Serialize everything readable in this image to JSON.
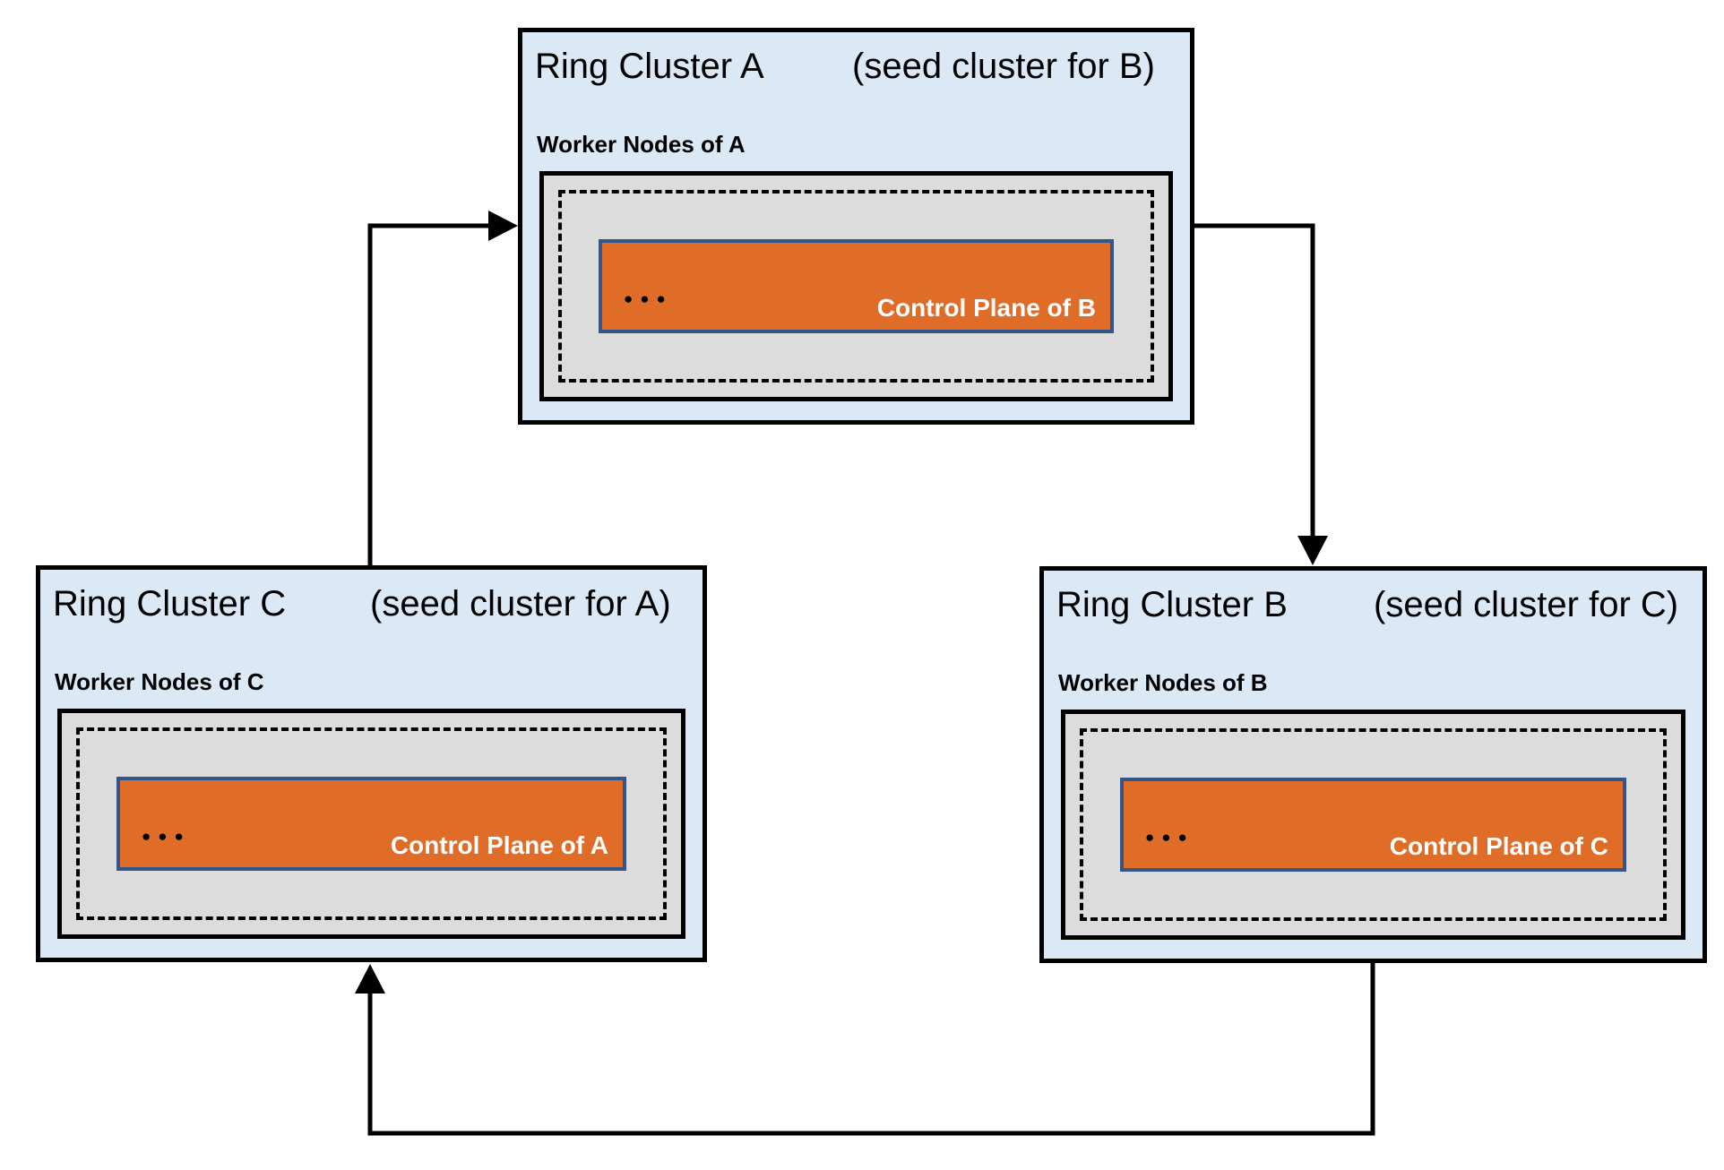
{
  "diagram": {
    "clusters": [
      {
        "id": "A",
        "title": "Ring Cluster A",
        "seed_note": "(seed cluster for B)",
        "worker_label": "Worker Nodes of A",
        "ellipsis": "●●●",
        "control_plane_label": "Control Plane of B"
      },
      {
        "id": "B",
        "title": "Ring Cluster B",
        "seed_note": "(seed cluster for C)",
        "worker_label": "Worker Nodes of B",
        "ellipsis": "●●●",
        "control_plane_label": "Control Plane of C"
      },
      {
        "id": "C",
        "title": "Ring Cluster C",
        "seed_note": "(seed cluster for A)",
        "worker_label": "Worker Nodes of C",
        "ellipsis": "●●●",
        "control_plane_label": "Control Plane of A"
      }
    ],
    "edges": [
      {
        "from": "Ring Cluster C",
        "to": "Ring Cluster A"
      },
      {
        "from": "Ring Cluster A",
        "to": "Ring Cluster B"
      },
      {
        "from": "Ring Cluster B",
        "to": "Ring Cluster C"
      }
    ],
    "colors": {
      "cluster_fill": "#dbe8f5",
      "node_pool_fill": "#dcdcdc",
      "control_plane_fill": "#df6c27",
      "control_plane_border": "#34548c",
      "line": "#000000",
      "text": "#000000",
      "control_plane_text": "#ffffff"
    }
  }
}
